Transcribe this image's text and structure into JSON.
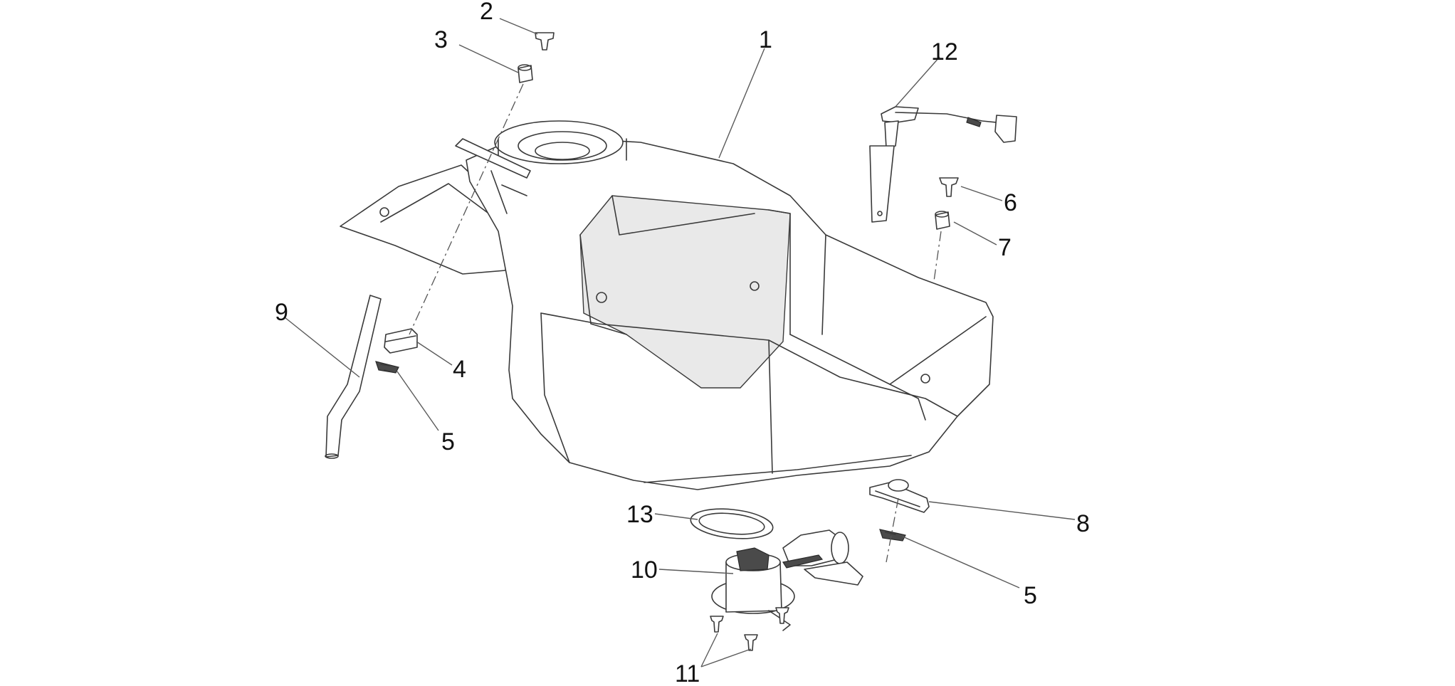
{
  "callouts": [
    {
      "id": "c1",
      "text": "1"
    },
    {
      "id": "c2",
      "text": "2"
    },
    {
      "id": "c3",
      "text": "3"
    },
    {
      "id": "c4",
      "text": "4"
    },
    {
      "id": "c5a",
      "text": "5"
    },
    {
      "id": "c5b",
      "text": "5"
    },
    {
      "id": "c6",
      "text": "6"
    },
    {
      "id": "c7",
      "text": "7"
    },
    {
      "id": "c8",
      "text": "8"
    },
    {
      "id": "c9",
      "text": "9"
    },
    {
      "id": "c10",
      "text": "10"
    },
    {
      "id": "c11",
      "text": "11"
    },
    {
      "id": "c12",
      "text": "12"
    },
    {
      "id": "c13",
      "text": "13"
    }
  ]
}
